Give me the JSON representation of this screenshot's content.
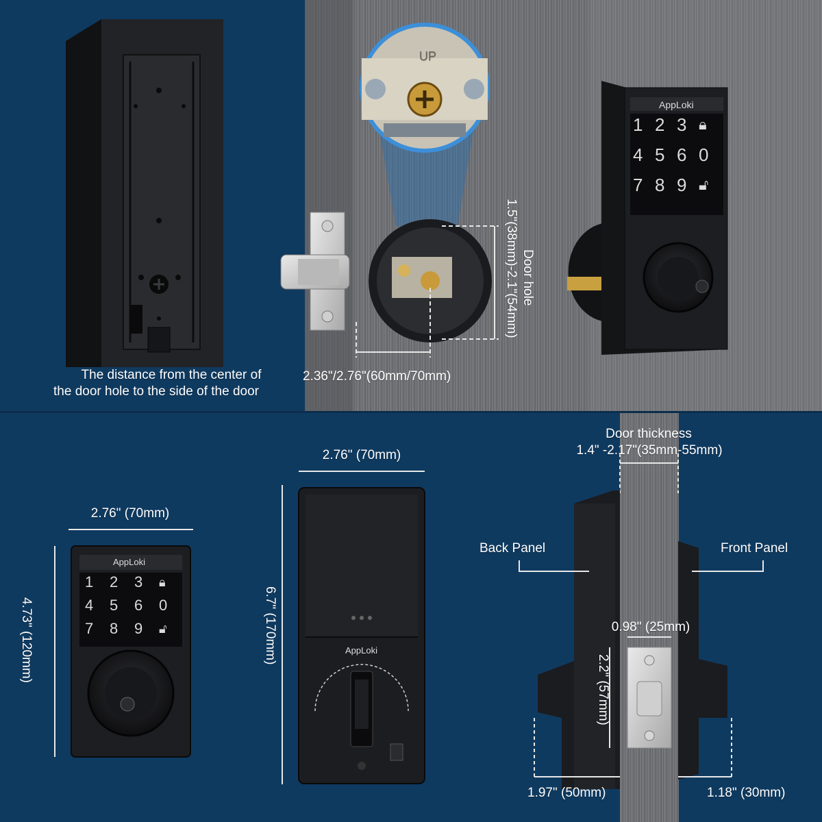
{
  "brand": "AppLoki",
  "keypad_keys": [
    "1",
    "2",
    "3",
    "4",
    "5",
    "6",
    "0",
    "7",
    "8",
    "9"
  ],
  "top_left": {
    "caption_line1": "The distance from the center of",
    "caption_line2": "the door hole to the side of the door"
  },
  "top_middle": {
    "up_marking": "UP",
    "door_hole_label": "Door hole",
    "door_hole_size": "1.5\"(38mm)-2.1\"(54mm)",
    "backset": "2.36\"/2.76\"(60mm/70mm)"
  },
  "bottom_front": {
    "width": "2.76\" (70mm)",
    "height": "4.73\" (120mm)"
  },
  "bottom_back": {
    "width": "2.76\" (70mm)",
    "height": "6.7\" (170mm)"
  },
  "bottom_side": {
    "door_thickness_label": "Door thickness",
    "door_thickness": "1.4\" -2.17\"(35mm-55mm)",
    "back_panel": "Back Panel",
    "front_panel": "Front Panel",
    "latch_width": "0.98\" (25mm)",
    "latch_height": "2.2\" (57mm)",
    "back_depth": "1.97\" (50mm)",
    "front_depth": "1.18\" (30mm)"
  },
  "colors": {
    "background": "#0f3a60",
    "door_gray": "#6e7074",
    "lock_black": "#1c1d20",
    "dimension_line": "#e8e8e8"
  }
}
